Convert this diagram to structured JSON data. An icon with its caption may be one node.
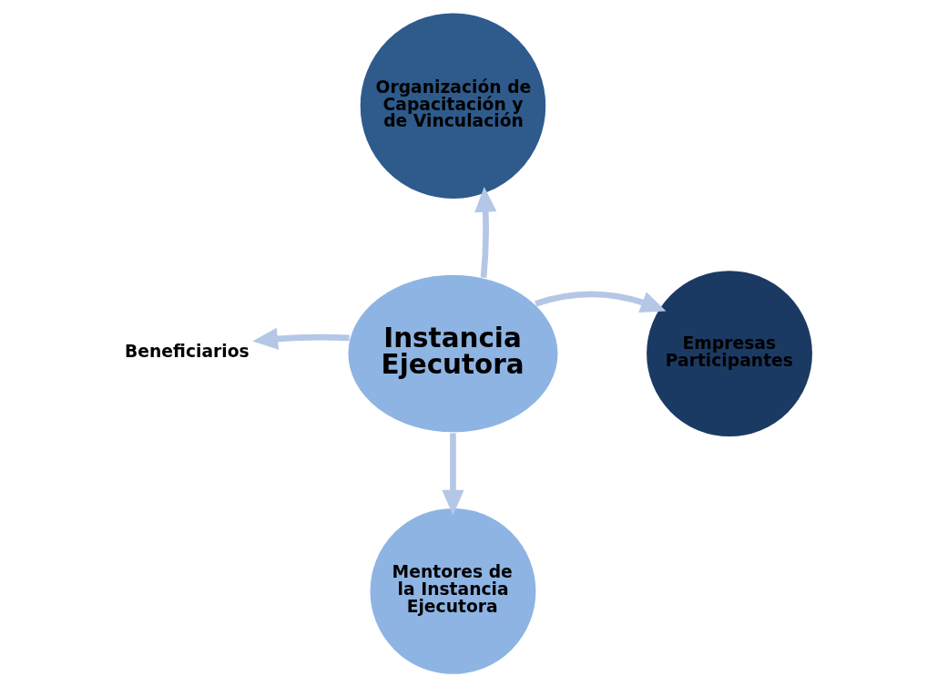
{
  "diagram": {
    "nodes": [
      {
        "text": [
          "Organización de Capacitación y de Vinculación"
        ]
      },
      {
        "text": [
          "Instancia Ejecutora"
        ]
      },
      {
        "text": [
          "Beneficiarios"
        ]
      },
      {
        "text": [
          "Empresas Participantes"
        ]
      },
      {
        "text": [
          "Mentores de la Instancia Ejecutora"
        ]
      }
    ],
    "edges": [
      {
        "from": 1,
        "to": 0,
        "arrow": "to"
      },
      {
        "from": 1,
        "to": 2,
        "arrow": "to"
      },
      {
        "from": 1,
        "to": 3,
        "arrow": "to"
      },
      {
        "from": 1,
        "to": 4,
        "arrow": "to"
      }
    ]
  }
}
